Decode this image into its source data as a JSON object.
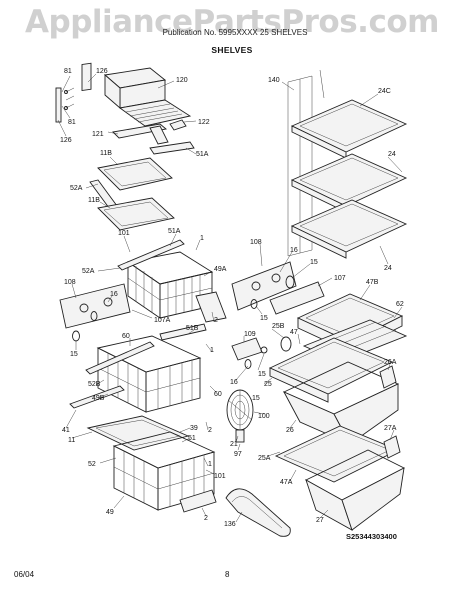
{
  "watermark": "AppliancePartsPros.com",
  "header": {
    "line": "Publication No. 5995XXXX        25 SHELVES"
  },
  "section_title": "SHELVES",
  "diagram_code": "S25344303400",
  "footer": {
    "date": "06/04",
    "page": "8"
  },
  "callouts": [
    {
      "id": "81a",
      "text": "81"
    },
    {
      "id": "126a",
      "text": "126"
    },
    {
      "id": "120",
      "text": "120"
    },
    {
      "id": "81b",
      "text": "81"
    },
    {
      "id": "126b",
      "text": "126"
    },
    {
      "id": "121",
      "text": "121"
    },
    {
      "id": "122",
      "text": "122"
    },
    {
      "id": "140",
      "text": "140"
    },
    {
      "id": "24C",
      "text": "24C"
    },
    {
      "id": "11Ba",
      "text": "11B"
    },
    {
      "id": "51Aa",
      "text": "51A"
    },
    {
      "id": "52Aa",
      "text": "52A"
    },
    {
      "id": "11Bb",
      "text": "11B"
    },
    {
      "id": "24a",
      "text": "24"
    },
    {
      "id": "24b",
      "text": "24"
    },
    {
      "id": "101a",
      "text": "101"
    },
    {
      "id": "51Ab",
      "text": "51A"
    },
    {
      "id": "1a",
      "text": "1"
    },
    {
      "id": "52Ab",
      "text": "52A"
    },
    {
      "id": "49A",
      "text": "49A"
    },
    {
      "id": "108a",
      "text": "108"
    },
    {
      "id": "16a",
      "text": "16"
    },
    {
      "id": "15a",
      "text": "15"
    },
    {
      "id": "107",
      "text": "107"
    },
    {
      "id": "47B",
      "text": "47B"
    },
    {
      "id": "108b",
      "text": "108"
    },
    {
      "id": "16b",
      "text": "16"
    },
    {
      "id": "15b",
      "text": "15"
    },
    {
      "id": "2a",
      "text": "2"
    },
    {
      "id": "15c",
      "text": "15"
    },
    {
      "id": "62",
      "text": "62"
    },
    {
      "id": "47",
      "text": "47"
    },
    {
      "id": "107A",
      "text": "107A"
    },
    {
      "id": "51B",
      "text": "51B"
    },
    {
      "id": "25B",
      "text": "25B"
    },
    {
      "id": "60a",
      "text": "60"
    },
    {
      "id": "109",
      "text": "109"
    },
    {
      "id": "15d",
      "text": "15"
    },
    {
      "id": "16c",
      "text": "16"
    },
    {
      "id": "1b",
      "text": "1"
    },
    {
      "id": "26A",
      "text": "26A"
    },
    {
      "id": "52B",
      "text": "52B"
    },
    {
      "id": "15e",
      "text": "15"
    },
    {
      "id": "25",
      "text": "25"
    },
    {
      "id": "49B",
      "text": "49B"
    },
    {
      "id": "60b",
      "text": "60"
    },
    {
      "id": "100",
      "text": "100"
    },
    {
      "id": "41",
      "text": "41"
    },
    {
      "id": "39",
      "text": "39"
    },
    {
      "id": "2b",
      "text": "2"
    },
    {
      "id": "26",
      "text": "26"
    },
    {
      "id": "27A",
      "text": "27A"
    },
    {
      "id": "11",
      "text": "11"
    },
    {
      "id": "51",
      "text": "51"
    },
    {
      "id": "21",
      "text": "21"
    },
    {
      "id": "52",
      "text": "52"
    },
    {
      "id": "97",
      "text": "97"
    },
    {
      "id": "25A",
      "text": "25A"
    },
    {
      "id": "1c",
      "text": "1"
    },
    {
      "id": "101b",
      "text": "101"
    },
    {
      "id": "47A",
      "text": "47A"
    },
    {
      "id": "49",
      "text": "49"
    },
    {
      "id": "2c",
      "text": "2"
    },
    {
      "id": "136",
      "text": "136"
    },
    {
      "id": "27",
      "text": "27"
    }
  ]
}
